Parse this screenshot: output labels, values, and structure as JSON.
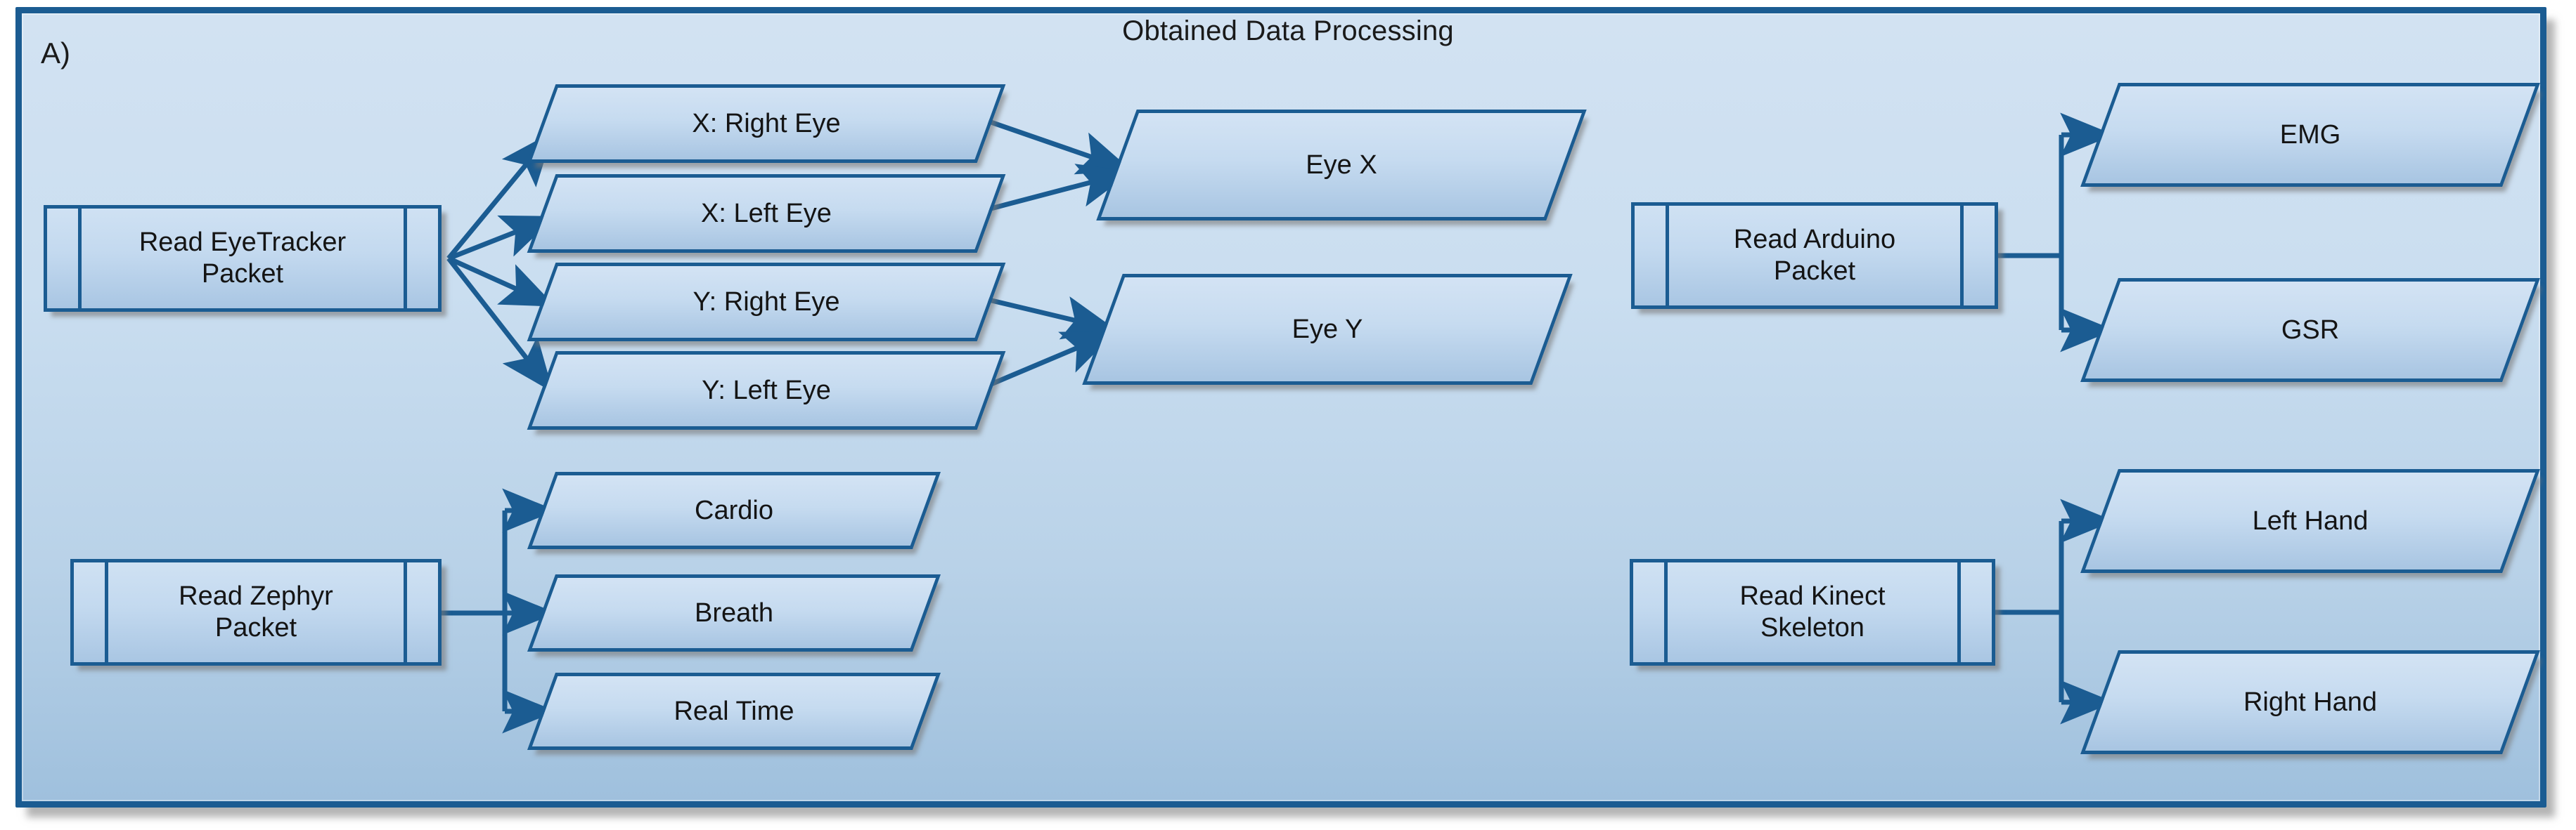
{
  "figure": {
    "panel_letter": "A)",
    "title": "Obtained Data Processing"
  },
  "colors": {
    "shape_border": "#1b5c92",
    "shape_fill_top": "#d3e3f4",
    "shape_fill_bottom": "#a8c5e2",
    "frame_border": "#1b5c92",
    "frame_fill_top": "#d2e2f2",
    "frame_fill_bottom": "#9fc0dd",
    "connector": "#1b5c92",
    "text": "#141414"
  },
  "groups": {
    "eyetracker": {
      "source": {
        "label": "Read EyeTracker\nPacket",
        "shape": "predefined-process"
      },
      "channels": [
        {
          "label": "X: Right Eye",
          "shape": "data"
        },
        {
          "label": "X: Left Eye",
          "shape": "data"
        },
        {
          "label": "Y: Right Eye",
          "shape": "data"
        },
        {
          "label": "Y: Left Eye",
          "shape": "data"
        }
      ],
      "outputs": [
        {
          "label": "Eye X",
          "shape": "data"
        },
        {
          "label": "Eye Y",
          "shape": "data"
        }
      ]
    },
    "arduino": {
      "source": {
        "label": "Read Arduino\nPacket",
        "shape": "predefined-process"
      },
      "outputs": [
        {
          "label": "EMG",
          "shape": "data"
        },
        {
          "label": "GSR",
          "shape": "data"
        }
      ]
    },
    "zephyr": {
      "source": {
        "label": "Read Zephyr\nPacket",
        "shape": "predefined-process"
      },
      "outputs": [
        {
          "label": "Cardio",
          "shape": "data"
        },
        {
          "label": "Breath",
          "shape": "data"
        },
        {
          "label": "Real Time",
          "shape": "data"
        }
      ]
    },
    "kinect": {
      "source": {
        "label": "Read Kinect\nSkeleton",
        "shape": "predefined-process"
      },
      "outputs": [
        {
          "label": "Left Hand",
          "shape": "data"
        },
        {
          "label": "Right Hand",
          "shape": "data"
        }
      ]
    }
  }
}
